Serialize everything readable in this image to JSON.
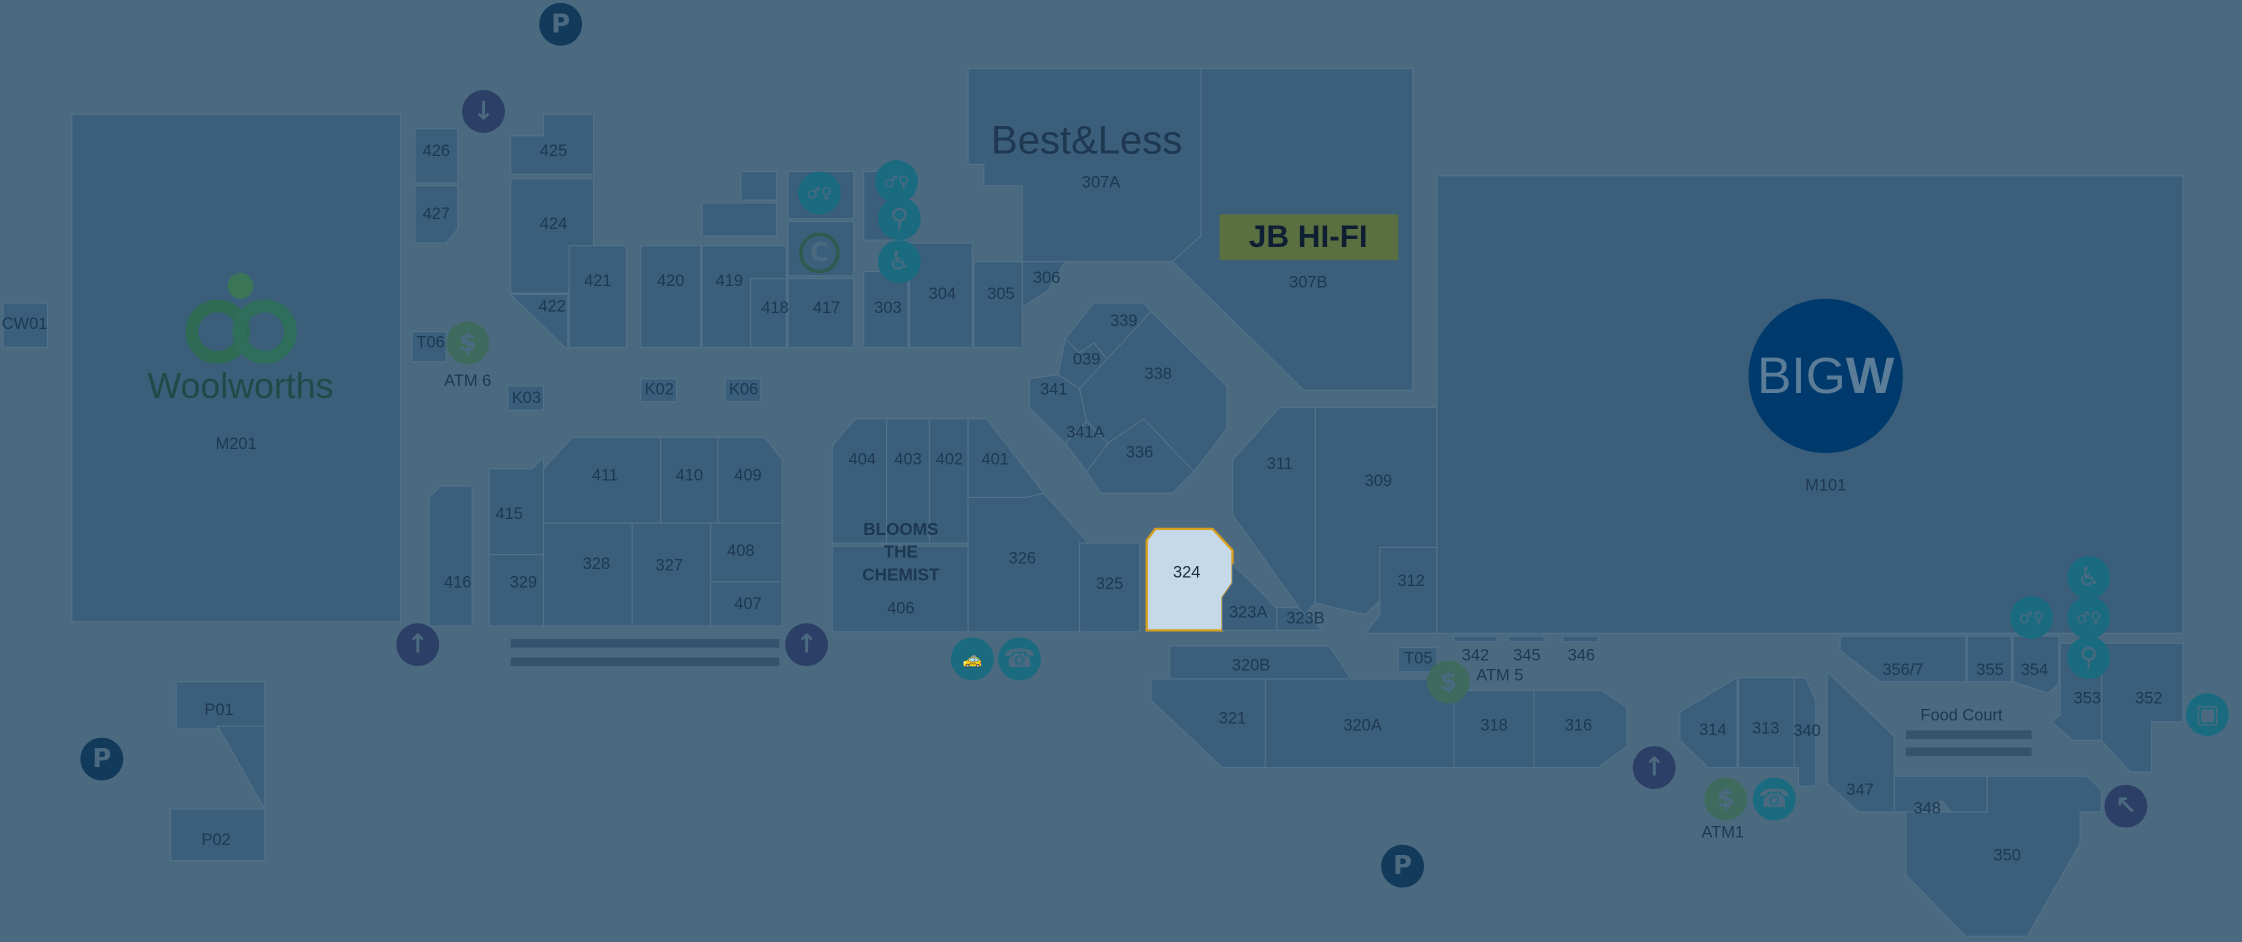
{
  "selected_shop": "324",
  "shops": [
    {
      "id": "M201"
    },
    {
      "id": "CW01"
    },
    {
      "id": "426"
    },
    {
      "id": "427"
    },
    {
      "id": "425"
    },
    {
      "id": "424"
    },
    {
      "id": "422"
    },
    {
      "id": "421"
    },
    {
      "id": "420"
    },
    {
      "id": "419"
    },
    {
      "id": "418"
    },
    {
      "id": "417"
    },
    {
      "id": "303"
    },
    {
      "id": "304"
    },
    {
      "id": "305"
    },
    {
      "id": "306"
    },
    {
      "id": "307A"
    },
    {
      "id": "307B"
    },
    {
      "id": "339"
    },
    {
      "id": "039"
    },
    {
      "id": "341"
    },
    {
      "id": "338"
    },
    {
      "id": "341A"
    },
    {
      "id": "336"
    },
    {
      "id": "404"
    },
    {
      "id": "403"
    },
    {
      "id": "402"
    },
    {
      "id": "401"
    },
    {
      "id": "406"
    },
    {
      "id": "326"
    },
    {
      "id": "325"
    },
    {
      "id": "324"
    },
    {
      "id": "323A"
    },
    {
      "id": "323B"
    },
    {
      "id": "311"
    },
    {
      "id": "309"
    },
    {
      "id": "312"
    },
    {
      "id": "M101"
    },
    {
      "id": "356/7"
    },
    {
      "id": "355"
    },
    {
      "id": "354"
    },
    {
      "id": "353"
    },
    {
      "id": "352"
    },
    {
      "id": "320B"
    },
    {
      "id": "321"
    },
    {
      "id": "320A"
    },
    {
      "id": "318"
    },
    {
      "id": "316"
    },
    {
      "id": "314"
    },
    {
      "id": "313"
    },
    {
      "id": "340"
    },
    {
      "id": "347"
    },
    {
      "id": "348"
    },
    {
      "id": "350"
    },
    {
      "id": "K03"
    },
    {
      "id": "K02"
    },
    {
      "id": "K06"
    },
    {
      "id": "T06"
    },
    {
      "id": "T05"
    },
    {
      "id": "342"
    },
    {
      "id": "345"
    },
    {
      "id": "346"
    },
    {
      "id": "416"
    },
    {
      "id": "415"
    },
    {
      "id": "411"
    },
    {
      "id": "410"
    },
    {
      "id": "409"
    },
    {
      "id": "329"
    },
    {
      "id": "328"
    },
    {
      "id": "327"
    },
    {
      "id": "408"
    },
    {
      "id": "407"
    },
    {
      "id": "P01"
    },
    {
      "id": "P02"
    }
  ],
  "brands": {
    "woolworths": "Woolworths",
    "best_and_less": "Best&Less",
    "jb_hifi": "JB HI-FI",
    "bigw_big": "BIG",
    "bigw_w": "W",
    "blooms": [
      "BLOOMS",
      "THE",
      "CHEMIST"
    ]
  },
  "labels": {
    "atm6": "ATM 6",
    "atm5": "ATM 5",
    "atm1": "ATM1",
    "food_court": "Food Court"
  },
  "icons": [
    {
      "type": "parking",
      "glyph": "P"
    },
    {
      "type": "parking",
      "glyph": "P"
    },
    {
      "type": "parking",
      "glyph": "P"
    },
    {
      "type": "escalator-down",
      "glyph": "↓"
    },
    {
      "type": "escalator-up",
      "glyph": "↑"
    },
    {
      "type": "escalator-up",
      "glyph": "↑"
    },
    {
      "type": "escalator-up",
      "glyph": "↑"
    },
    {
      "type": "exit-diagonal",
      "glyph": "↖"
    },
    {
      "type": "atm",
      "glyph": "$"
    },
    {
      "type": "atm",
      "glyph": "$"
    },
    {
      "type": "atm",
      "glyph": "$"
    },
    {
      "type": "phone",
      "glyph": "☎"
    },
    {
      "type": "phone",
      "glyph": "☎"
    },
    {
      "type": "taxi",
      "glyph": "🚕"
    },
    {
      "type": "toilets",
      "glyph": "♂♀"
    },
    {
      "type": "toilets",
      "glyph": "♂♀"
    },
    {
      "type": "toilets",
      "glyph": "♂♀"
    },
    {
      "type": "toilets",
      "glyph": "♂♀"
    },
    {
      "type": "baby-change",
      "glyph": "⚲"
    },
    {
      "type": "baby-change",
      "glyph": "⚲"
    },
    {
      "type": "accessible",
      "glyph": "♿"
    },
    {
      "type": "accessible",
      "glyph": "♿"
    },
    {
      "type": "customer-service",
      "glyph": "C"
    },
    {
      "type": "bus",
      "glyph": "▣"
    }
  ],
  "colors": {
    "background": "#4b6a80",
    "shop": "#3b5f7a",
    "text": "#1e3852",
    "selected_fill": "#c5d9e8",
    "selected_border": "#d9a020",
    "escalator": "#2c3f66",
    "atm": "#3f6a5e",
    "service": "#1a6a80",
    "parking": "#123a5a",
    "bigw": "#003a6c",
    "jb": "#5a7040",
    "woolworths": "#2f6a55"
  }
}
